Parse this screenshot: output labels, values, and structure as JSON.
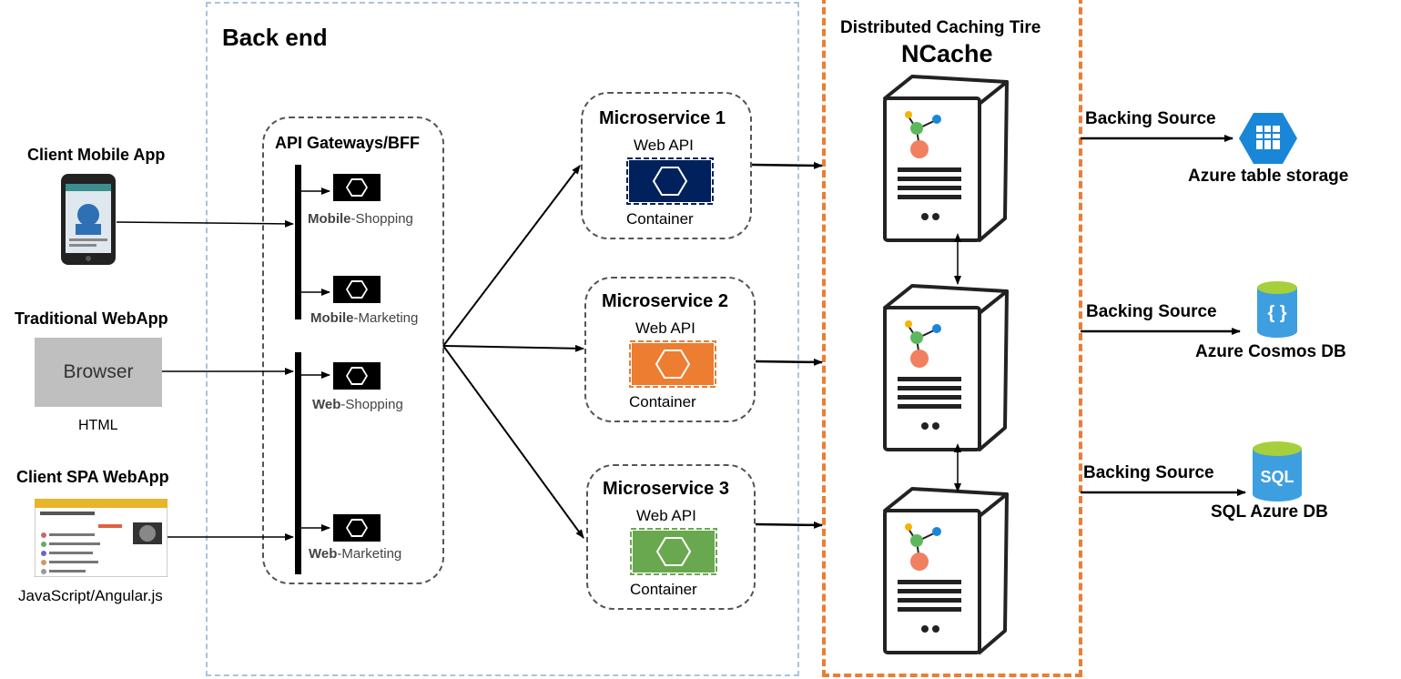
{
  "backend": {
    "title": "Back end"
  },
  "clients": {
    "mobile": {
      "title": "Client Mobile App"
    },
    "traditional": {
      "title": "Traditional WebApp",
      "browser_label": "Browser",
      "caption": "HTML"
    },
    "spa": {
      "title": "Client SPA WebApp",
      "caption": "JavaScript/Angular.js"
    }
  },
  "gateways": {
    "title": "API Gateways/BFF",
    "items": [
      {
        "bold": "Mobile",
        "rest": "-Shopping"
      },
      {
        "bold": "Mobile",
        "rest": "-Marketing"
      },
      {
        "bold": "Web",
        "rest": "-Shopping"
      },
      {
        "bold": "Web",
        "rest": "-Marketing"
      }
    ]
  },
  "microservices": [
    {
      "title": "Microservice 1",
      "api": "Web API",
      "container": "Container",
      "color": "#00215b"
    },
    {
      "title": "Microservice 2",
      "api": "Web API",
      "container": "Container",
      "color": "#ed7d31"
    },
    {
      "title": "Microservice 3",
      "api": "Web API",
      "container": "Container",
      "color": "#6aa84f"
    }
  ],
  "cache": {
    "tier_title": "Distributed Caching Tire",
    "product": "NCache",
    "border_color": "#ed7d31"
  },
  "backing": [
    {
      "label": "Backing Source",
      "name": "Azure table storage"
    },
    {
      "label": "Backing Source",
      "name": "Azure Cosmos DB",
      "icon_text": "{ }"
    },
    {
      "label": "Backing Source",
      "name": "SQL Azure DB",
      "icon_text": "SQL"
    }
  ]
}
